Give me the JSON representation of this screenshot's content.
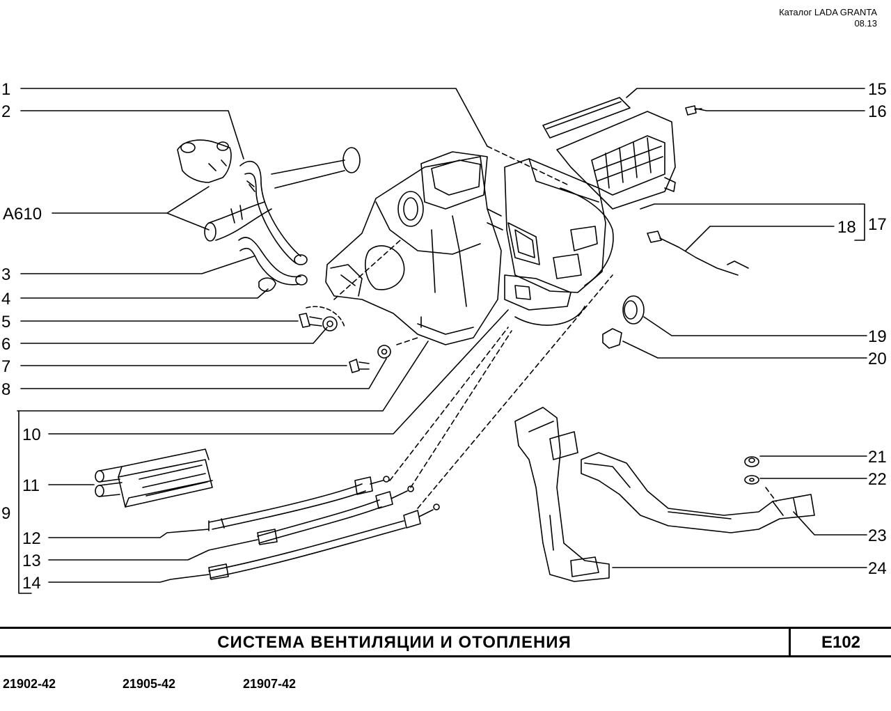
{
  "header": {
    "catalog": "Каталог LADA GRANTA",
    "date": "08.13"
  },
  "callouts": {
    "c1": "1",
    "c2": "2",
    "c3": "3",
    "c4": "4",
    "c5": "5",
    "c6": "6",
    "c7": "7",
    "c8": "8",
    "c9": "9",
    "c10": "10",
    "c11": "11",
    "c12": "12",
    "c13": "13",
    "c14": "14",
    "c15": "15",
    "c16": "16",
    "c17": "17",
    "c18": "18",
    "c19": "19",
    "c20": "20",
    "c21": "21",
    "c22": "22",
    "c23": "23",
    "c24": "24",
    "a610": "A610"
  },
  "title_bar": {
    "title": "СИСТЕМА ВЕНТИЛЯЦИИ И ОТОПЛЕНИЯ",
    "page_code": "E102"
  },
  "models": [
    "21902-42",
    "21905-42",
    "21907-42"
  ]
}
